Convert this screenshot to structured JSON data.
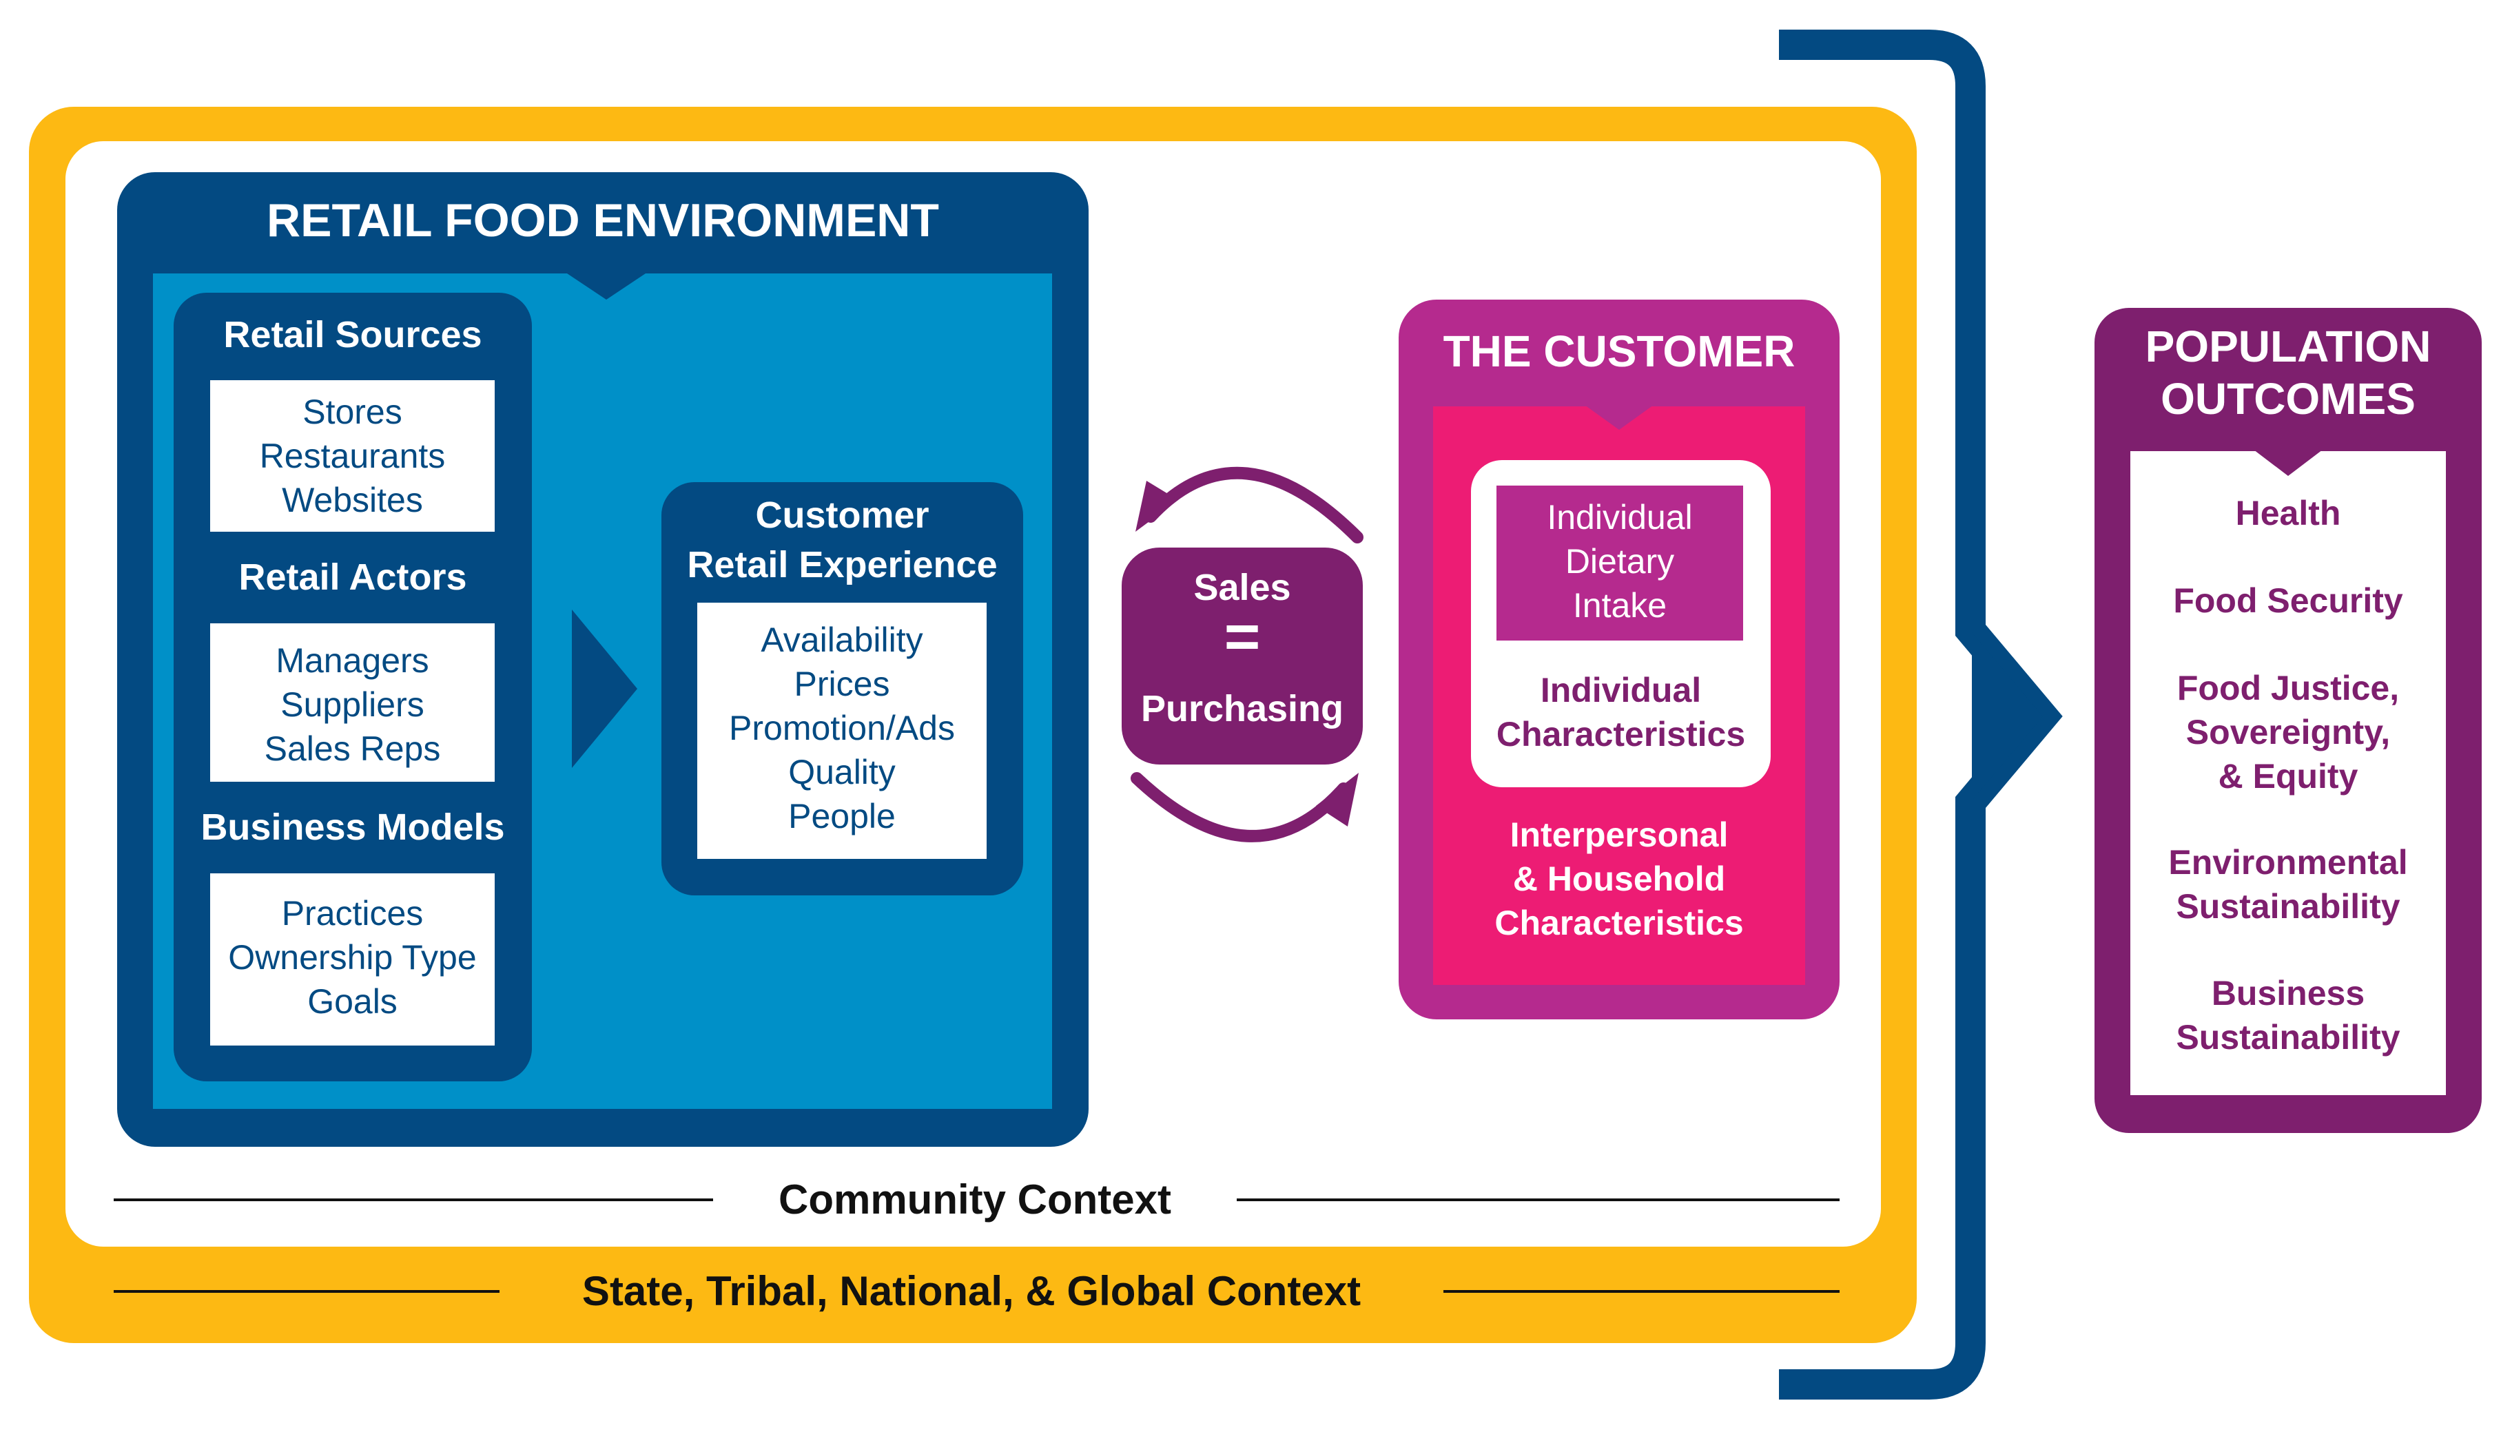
{
  "colors": {
    "yellow": "#FDB913",
    "navy": "#034A82",
    "blue": "#0090C8",
    "magenta_dark": "#B52A8E",
    "magenta": "#ED1C74",
    "purple": "#7E1F6E",
    "text_dark": "#111111"
  },
  "retail_food_environment": {
    "title": "RETAIL FOOD ENVIRONMENT",
    "retail_sources": {
      "heading": "Retail Sources",
      "items": [
        "Stores",
        "Restaurants",
        "Websites"
      ]
    },
    "retail_actors": {
      "heading": "Retail Actors",
      "items": [
        "Managers",
        "Suppliers",
        "Sales Reps"
      ]
    },
    "business_models": {
      "heading": "Business Models",
      "items": [
        "Practices",
        "Ownership Type",
        "Goals"
      ]
    },
    "customer_retail_experience": {
      "heading_line1": "Customer",
      "heading_line2": "Retail Experience",
      "items": [
        "Availability",
        "Prices",
        "Promotion/Ads",
        "Quality",
        "People"
      ]
    }
  },
  "sales": {
    "line1": "Sales",
    "equals": "=",
    "line2": "Purchasing"
  },
  "customer": {
    "title": "THE CUSTOMER",
    "dietary_lines": [
      "Individual",
      "Dietary",
      "Intake"
    ],
    "individual_lines": [
      "Individual",
      "Characteristics"
    ],
    "household_lines": [
      "Interpersonal",
      "& Household",
      "Characteristics"
    ]
  },
  "population_outcomes": {
    "title_line1": "POPULATION",
    "title_line2": "OUTCOMES",
    "items": [
      [
        "Health"
      ],
      [
        "Food Security"
      ],
      [
        "Food Justice,",
        "Sovereignty,",
        "& Equity"
      ],
      [
        "Environmental",
        "Sustainability"
      ],
      [
        "Business",
        "Sustainability"
      ]
    ]
  },
  "contexts": {
    "community": "Community Context",
    "state": "State, Tribal, National, & Global Context"
  }
}
